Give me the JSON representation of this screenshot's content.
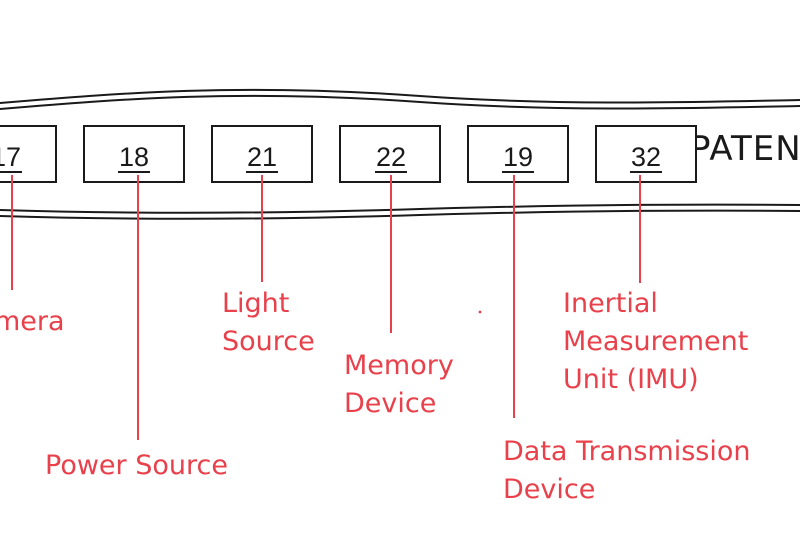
{
  "watermark": "PATEN",
  "components": [
    {
      "ref": "17",
      "label_lines": [
        "mera"
      ]
    },
    {
      "ref": "18",
      "label_lines": [
        "Power Source"
      ]
    },
    {
      "ref": "21",
      "label_lines": [
        "Light",
        "Source"
      ]
    },
    {
      "ref": "22",
      "label_lines": [
        "Memory",
        "Device"
      ]
    },
    {
      "ref": "19",
      "label_lines": [
        "Data Transmission",
        "Device"
      ]
    },
    {
      "ref": "32",
      "label_lines": [
        "Inertial",
        "Measurement",
        "Unit (IMU)"
      ]
    }
  ],
  "colors": {
    "callout": "#e8414b",
    "line": "#1a1a1a"
  }
}
